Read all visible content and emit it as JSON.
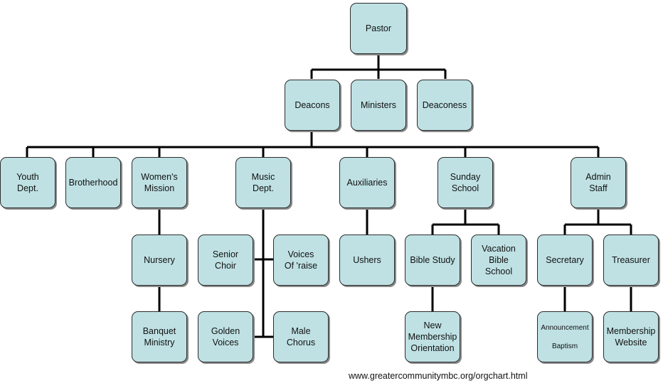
{
  "nodes": {
    "pastor": "Pastor",
    "deacons": "Deacons",
    "ministers": "Ministers",
    "deaconess": "Deaconess",
    "youth": "Youth\nDept.",
    "brotherhood": "Brotherhood",
    "womens": "Women's\nMission",
    "music": "Music\nDept.",
    "auxiliaries": "Auxiliaries",
    "sunday": "Sunday\nSchool",
    "admin": "Admin\nStaff",
    "nursery": "Nursery",
    "banquet": "Banquet\nMinistry",
    "senior": "Senior\nChoir",
    "voices": "Voices\nOf  'raise",
    "golden": "Golden\nVoices",
    "male": "Male\nChorus",
    "ushers": "Ushers",
    "bible": "Bible Study",
    "vacation": "Vacation\nBible\nSchool",
    "newmember": "New\nMembership\nOrientation",
    "secretary": "Secretary",
    "treasurer": "Treasurer",
    "announcement": "Announcement\n\nBaptism",
    "website": "Membership\nWebsite"
  },
  "footer": "www.greatercommunitymbc.org/orgchart.html"
}
